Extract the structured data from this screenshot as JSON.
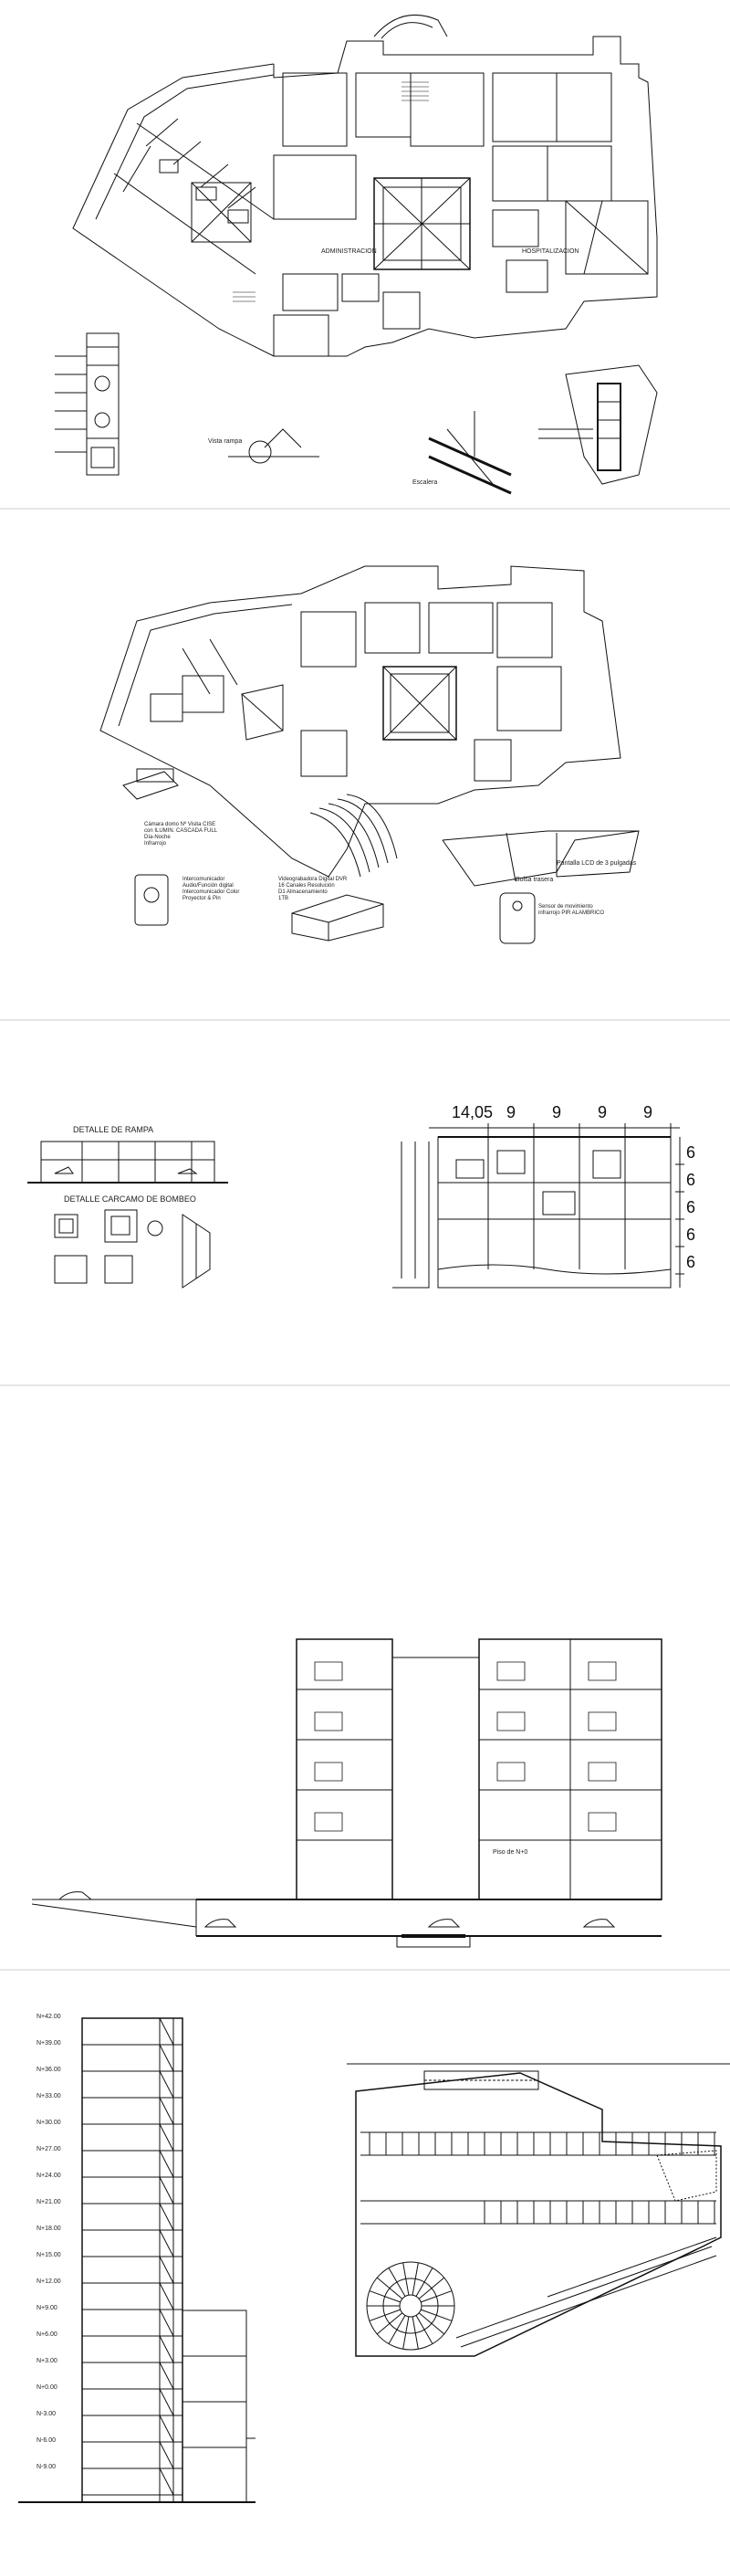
{
  "sheet1": {
    "labels": {
      "ramp_note": "Vista rampa",
      "stair_note": "Escalera",
      "plan_caption_1": "ADMINISTRACION",
      "plan_caption_2": "HOSPITALIZACION"
    }
  },
  "sheet2": {
    "labels": {
      "camera_note": "Cámara domo Nº Visita CISE\ncon ILUMIN. CASCADA FULL\nDía-Noche\nInfrarrojo",
      "intercom_note": "Intercomunicador\nAudio/Función digital\nIntercomunicador Color\nProyector & Pin",
      "dvr_note": "Videograbadora Digital DVR\n16 Canales Resolución\nD1 Almacenamiento\n1TB",
      "sensor_note": "Sensor de movimiento\ninfrarrojo PIR ALAMBRICO",
      "panel_note": "Pantalla LCD de 3 pulgadas",
      "panel_note_2": "Bolsa trasera"
    }
  },
  "sheet3": {
    "labels": {
      "ramp_detail": "DETALLE DE RAMPA",
      "pump_detail": "DETALLE CARCAMO DE BOMBEO"
    },
    "dims_top": [
      "14,05",
      "9",
      "9",
      "9",
      "9"
    ],
    "dims_side": [
      "6",
      "6",
      "6",
      "6",
      "6"
    ]
  },
  "sheet4": {
    "labels": {
      "ground_label": "Piso de N+0"
    }
  },
  "sheet5": {
    "level_labels": [
      "N+42.00",
      "N+39.00",
      "N+36.00",
      "N+33.00",
      "N+30.00",
      "N+27.00",
      "N+24.00",
      "N+21.00",
      "N+18.00",
      "N+15.00",
      "N+12.00",
      "N+9.00",
      "N+6.00",
      "N+3.00",
      "N+0.00",
      "N-3.00",
      "N-6.00",
      "N-9.00"
    ]
  }
}
